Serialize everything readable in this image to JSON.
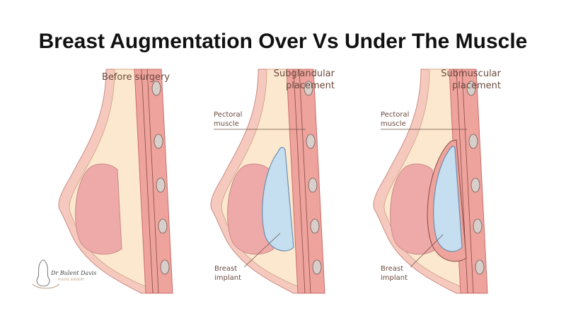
{
  "title": "Breast Augmentation Over Vs Under The Muscle",
  "panels": [
    {
      "heading": [
        "Before surgery"
      ]
    },
    {
      "heading": [
        "Subglandular",
        "placement"
      ],
      "labels": {
        "muscle": [
          "Pectoral",
          "muscle"
        ],
        "implant": [
          "Breast",
          "implant"
        ]
      }
    },
    {
      "heading": [
        "Submuscular",
        "placement"
      ],
      "labels": {
        "muscle": [
          "Pectoral",
          "muscle"
        ],
        "implant": [
          "Breast",
          "implant"
        ]
      }
    }
  ],
  "logo": {
    "text": "Dr Bulent Davis",
    "subtext": "PLASTIC SURGERY"
  },
  "colors": {
    "skin": "#f6c9bf",
    "fat": "#fbe8cf",
    "muscle": "#eea39d",
    "gland": "#eeaaa8",
    "implant": "#c5def0",
    "rib": "#d8cfcb"
  }
}
